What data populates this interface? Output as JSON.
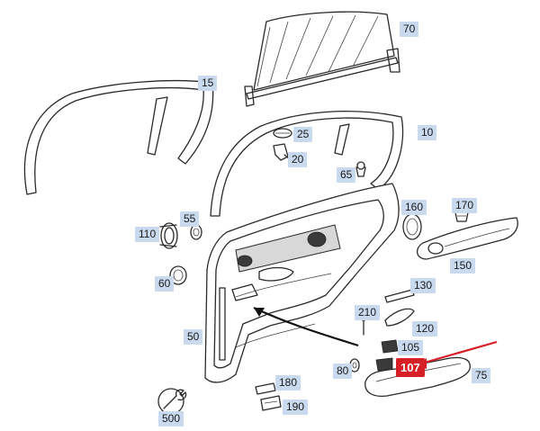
{
  "colors": {
    "label_bg": "#c9d9ee",
    "highlight_bg": "#d61f26",
    "highlight_arrow": "#d61f26",
    "line": "#2a2a2a"
  },
  "labels": {
    "p70": "70",
    "p15": "15",
    "p25": "25",
    "p10": "10",
    "p20": "20",
    "p65": "65",
    "p160": "160",
    "p170": "170",
    "p110": "110",
    "p55": "55",
    "p150": "150",
    "p60": "60",
    "p130": "130",
    "p210": "210",
    "p120": "120",
    "p50": "50",
    "p105": "105",
    "p80": "80",
    "p107": "107",
    "p75": "75",
    "p180": "180",
    "p500": "500",
    "p190": "190"
  }
}
